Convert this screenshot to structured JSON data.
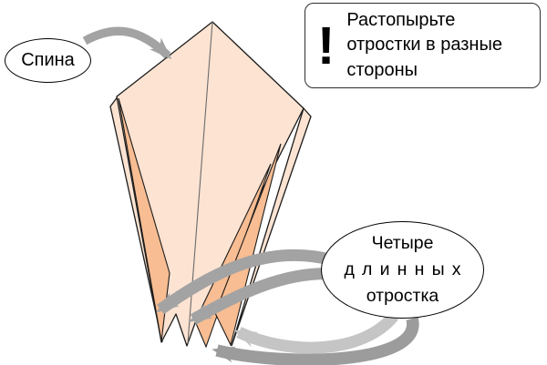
{
  "labels": {
    "spine": {
      "text": "Спина"
    },
    "warning": {
      "exclamation": "!",
      "text": "Растопырьте\nотростки в разные\nстороны"
    },
    "four_points": {
      "lines": [
        "Четыре",
        "длинных",
        "отростка"
      ]
    }
  },
  "colors": {
    "paper-light": "#fce3d2",
    "paper-dark": "#f8bd92",
    "outline": "#1c1c1c",
    "crease": "#6b6b6b",
    "arrow-gray": "#a3a3a3",
    "arrow-gray-dark": "#9c9c9c",
    "arrow-light": "#c5c5c5",
    "background": "#ffffff"
  }
}
